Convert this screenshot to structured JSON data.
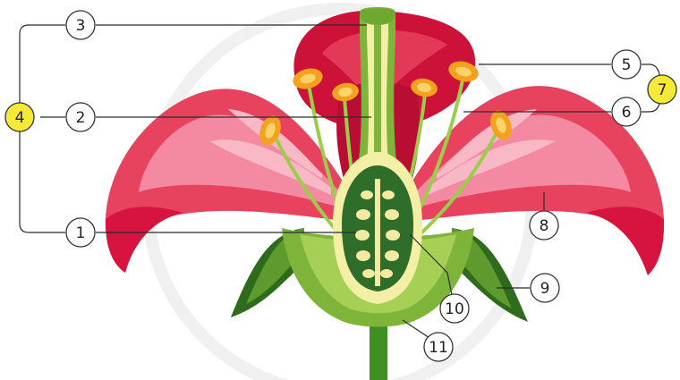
{
  "labels": [
    {
      "id": "1",
      "text": "1"
    },
    {
      "id": "2",
      "text": "2"
    },
    {
      "id": "3",
      "text": "3"
    },
    {
      "id": "4",
      "text": "4"
    },
    {
      "id": "5",
      "text": "5"
    },
    {
      "id": "6",
      "text": "6"
    },
    {
      "id": "7",
      "text": "7"
    },
    {
      "id": "8",
      "text": "8"
    },
    {
      "id": "9",
      "text": "9"
    },
    {
      "id": "10",
      "text": "10"
    },
    {
      "id": "11",
      "text": "11"
    }
  ],
  "colors": {
    "petal_dark": "#d8143f",
    "petal_mid": "#ec4a62",
    "petal_light": "#f58aa0",
    "sepal_dark": "#2f6b1c",
    "sepal_light": "#7fb43a",
    "pistil_cream": "#f4efa6",
    "ovary_green": "#2e6e2a",
    "ovule_cream": "#f5eaa2",
    "anther_orange": "#f2a21e",
    "filament_green": "#9ccd4a",
    "highlight_label": "#f5e93a"
  }
}
